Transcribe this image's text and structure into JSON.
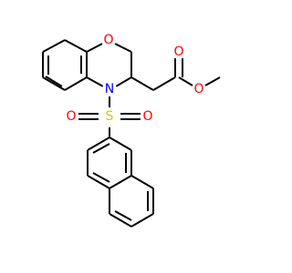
{
  "molecule": {
    "atoms": [
      {
        "key": "o_ring",
        "symbol": "O",
        "color": "#ff0000"
      },
      {
        "key": "o_carbonyl",
        "symbol": "O",
        "color": "#ff0000"
      },
      {
        "key": "o_ester",
        "symbol": "O",
        "color": "#ff0000"
      },
      {
        "key": "n_ring",
        "symbol": "N",
        "color": "#0000ff"
      },
      {
        "key": "s_sulfonyl",
        "symbol": "S",
        "color": "#cccc00"
      },
      {
        "key": "o_sulfonyl_left",
        "symbol": "O",
        "color": "#ff0000"
      },
      {
        "key": "o_sulfonyl_right",
        "symbol": "O",
        "color": "#ff0000"
      }
    ],
    "bond_color": "#000000"
  }
}
